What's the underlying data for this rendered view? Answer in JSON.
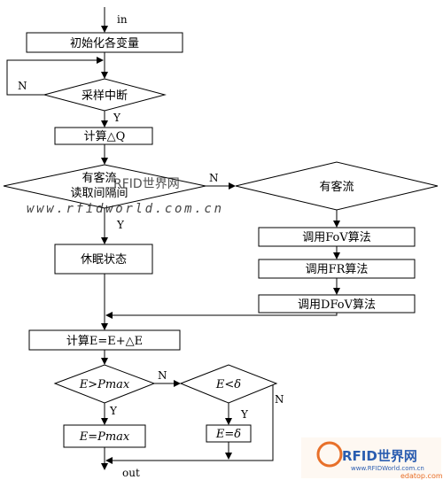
{
  "flow": {
    "in_label": "in",
    "out_label": "out",
    "init": "初始化各变量",
    "sample_interrupt": "采样中断",
    "calc_dq": "计算△Q",
    "decision_main_line1": "有客流",
    "decision_main_line2": "读取间隔间",
    "has_flow": "有客流",
    "sleep": "休眠状态",
    "fov": "调用FoV算法",
    "fr": "调用FR算法",
    "dfov": "调用DFoV算法",
    "calc_e": "计算E=E+△E",
    "cmp_pmax": "E>Pmax",
    "cmp_delta": "E<δ",
    "set_pmax": "E=Pmax",
    "set_delta": "E=δ",
    "yes": "Y",
    "no": "N"
  },
  "watermark": {
    "cn": "RFID世界网",
    "url": "www.rfidworld.com.cn",
    "logo_text": "RFID世界网",
    "logo_url": "www.RFIDWorld.com.cn",
    "logo_url2": "edatop.com"
  },
  "colors": {
    "line": "#000000",
    "logo_orange": "#e8702a",
    "logo_blue": "#2a5db0"
  }
}
